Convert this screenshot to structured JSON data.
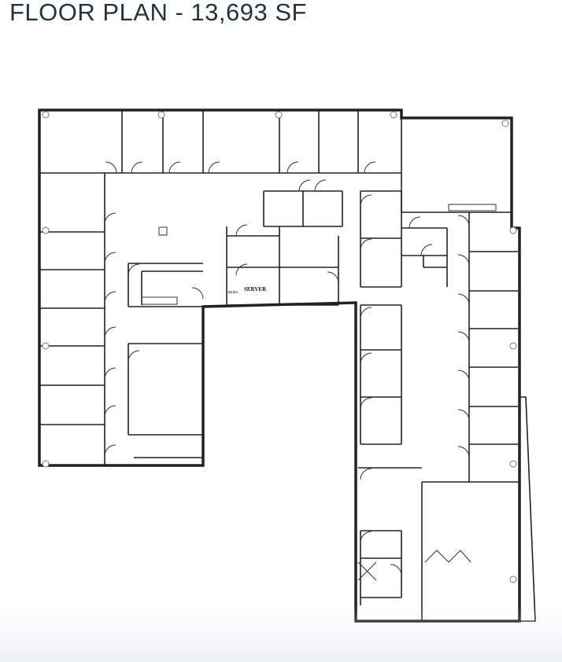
{
  "header": {
    "title": "FLOOR PLAN - 13,693 SF"
  },
  "plan": {
    "room_labels": {
      "server": "SERVER",
      "electrical": "ELEC."
    },
    "wall_color": "#222222",
    "title_color": "#1d3549"
  }
}
